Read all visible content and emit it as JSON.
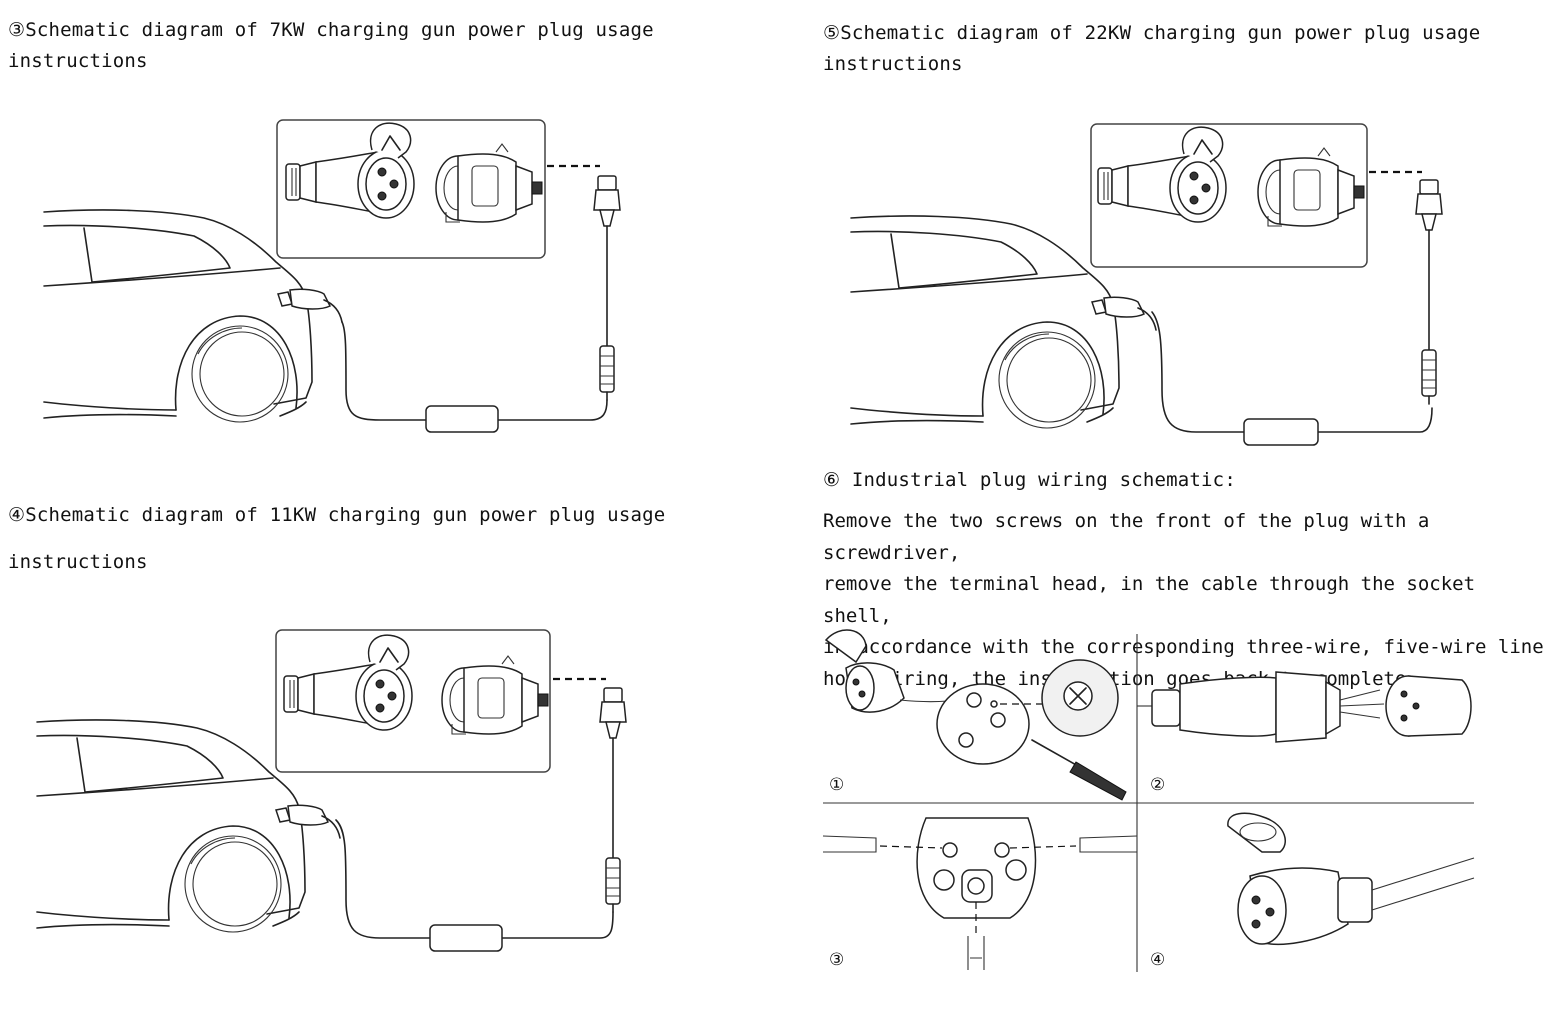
{
  "sections": {
    "s3": {
      "title": "③Schematic diagram of 7KW charging gun power plug usage\ninstructions"
    },
    "s4": {
      "title_line1": "④Schematic diagram of 11KW charging gun power plug usage",
      "title_line2": "instructions"
    },
    "s5": {
      "title": "⑤Schematic diagram of 22KW charging gun power plug usage\ninstructions"
    },
    "s6": {
      "title": "⑥ Industrial plug wiring schematic:",
      "body": "Remove the two screws on the front of the plug with a screwdriver,\nremove the terminal head, in the cable through the socket shell,\nin accordance with the corresponding three-wire, five-wire line\nhole wiring, the installation goes back to complete.",
      "steps": [
        "①",
        "②",
        "③",
        "④"
      ]
    }
  },
  "icons": [
    "car-icon",
    "charging-gun-icon",
    "socket-connector-icon",
    "plug-icon",
    "control-box-icon",
    "screwdriver-icon",
    "screw-icon"
  ]
}
